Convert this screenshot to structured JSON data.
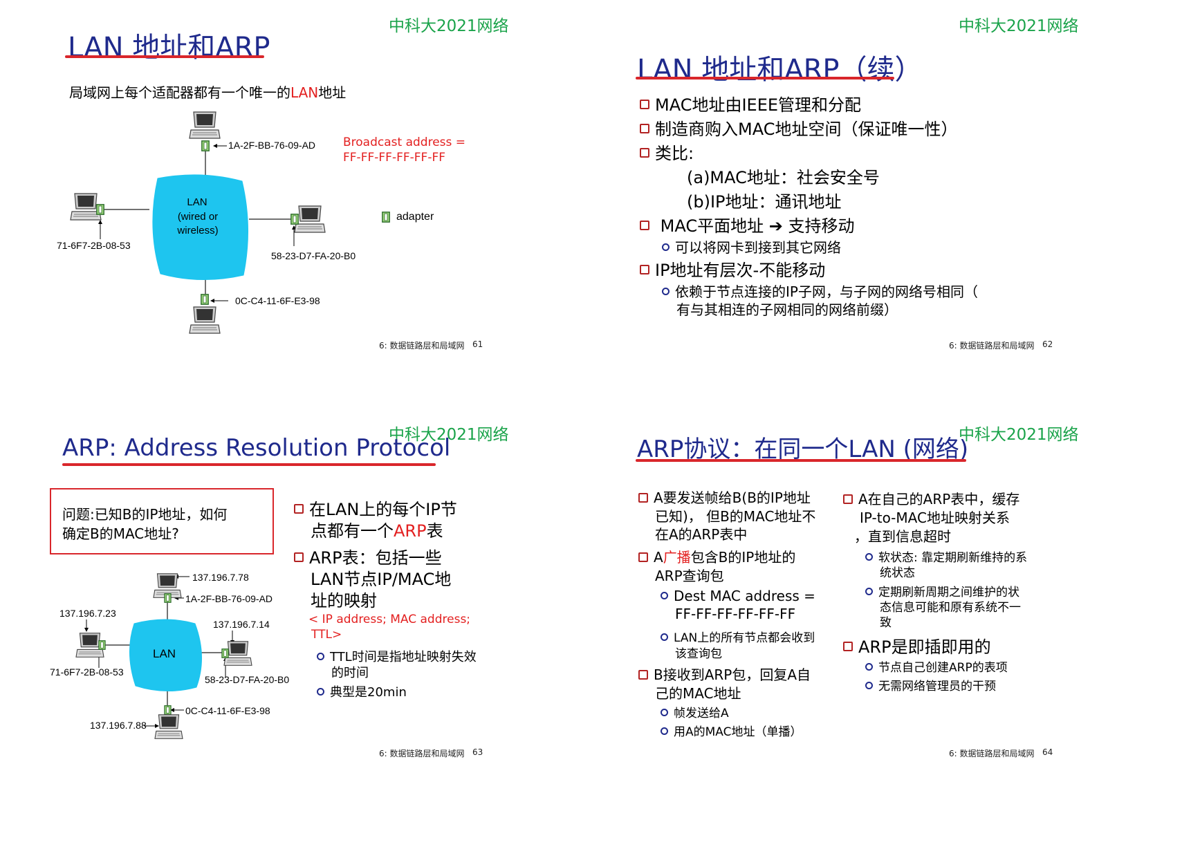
{
  "slides": [
    {
      "brand": "中科大2021网络",
      "title": "LAN 地址和ARP",
      "intro_prefix": "局域网上每个适配器都有一个唯一的",
      "intro_red": "LAN",
      "intro_suffix": "地址",
      "broadcast_line1": "Broadcast address =",
      "broadcast_line2": "FF-FF-FF-FF-FF-FF",
      "adapter_label": "adapter",
      "lan_label_1": "LAN",
      "lan_label_2": "(wired or",
      "lan_label_3": "wireless)",
      "mac_top": "1A-2F-BB-76-09-AD",
      "mac_left": "71-6F7-2B-08-53",
      "mac_right": "58-23-D7-FA-20-B0",
      "mac_bottom": "0C-C4-11-6F-E3-98",
      "footer_text": "6: 数据链路层和局域网",
      "page": "61"
    },
    {
      "brand": "中科大2021网络",
      "title": "LAN 地址和ARP（续）",
      "b1": "MAC地址由IEEE管理和分配",
      "b2": "制造商购入MAC地址空间（保证唯一性）",
      "b3": "类比:",
      "b3a": "(a)MAC地址：社会安全号",
      "b3b": "(b)IP地址：通讯地址",
      "b4": "MAC平面地址",
      "b4_arrow": "➔",
      "b4_tail": "支持移动",
      "b4s": "可以将网卡到接到其它网络",
      "b5": "IP地址有层次-不能移动",
      "b5s_1": "依赖于节点连接的IP子网，与子网的网络号相同（",
      "b5s_2": "有与其相连的子网相同的网络前缀）",
      "footer_text": "6: 数据链路层和局域网",
      "page": "62"
    },
    {
      "brand": "中科大2021网络",
      "title": "ARP: Address Resolution Protocol",
      "question_1": "问题:已知B的IP地址，如何",
      "question_2": "确定B的MAC地址?",
      "b1_1": "在LAN上的每个IP节",
      "b1_2a": "点都有一个",
      "b1_2b": "ARP",
      "b1_2c": "表",
      "b2_1": "ARP表：包括一些",
      "b2_2": "LAN节点IP/MAC地",
      "b2_3": "址的映射",
      "tuple_1": "< IP address; MAC address;",
      "tuple_2": "TTL>",
      "s1_1": "TTL时间是指地址映射失效",
      "s1_2": "的时间",
      "s2": "典型是20min",
      "lan_label": "LAN",
      "ip_top": "137.196.7.78",
      "mac_top": "1A-2F-BB-76-09-AD",
      "ip_left": "137.196.7.23",
      "mac_left": "71-6F7-2B-08-53",
      "ip_right": "137.196.7.14",
      "mac_right": "58-23-D7-FA-20-B0",
      "mac_bottom": "0C-C4-11-6F-E3-98",
      "ip_bottom": "137.196.7.88",
      "footer_text": "6: 数据链路层和局域网",
      "page": "63"
    },
    {
      "brand": "中科大2021网络",
      "title": "ARP协议：在同一个LAN (网络)",
      "l1_1": "A要发送帧给B(B的IP地址",
      "l1_2": "已知)， 但B的MAC地址不",
      "l1_3": "在A的ARP表中",
      "l2_1a": "A",
      "l2_1b": "广播",
      "l2_1c": "包含B的IP地址的",
      "l2_2": "ARP查询包",
      "l2s1_1": "Dest MAC address =",
      "l2s1_2": "FF-FF-FF-FF-FF-FF",
      "l2s2_1": "LAN上的所有节点都会收到",
      "l2s2_2": "该查询包",
      "l3_1": "B接收到ARP包，回复A自",
      "l3_2": "己的MAC地址",
      "l3s1": "帧发送给A",
      "l3s2": "用A的MAC地址（单播）",
      "r1_1": "A在自己的ARP表中，缓存",
      "r1_2": "IP-to-MAC地址映射关系",
      "r1_3": "，直到信息超时",
      "r1s1_1": "软状态: 靠定期刷新维持的系",
      "r1s1_2": "统状态",
      "r1s2_1": "定期刷新周期之间维护的状",
      "r1s2_2": "态信息可能和原有系统不一",
      "r1s2_3": "致",
      "r2": "ARP是即插即用的",
      "r2s1": "节点自己创建ARP的表项",
      "r2s2": "无需网络管理员的干预",
      "footer_text": "6: 数据链路层和局域网",
      "page": "64"
    }
  ],
  "colors": {
    "brand": "#1aa34a",
    "title": "#1f2a8c",
    "accent": "#e32020",
    "lan_fill": "#1ec5ef"
  },
  "icons": [
    "computer-icon",
    "adapter-icon",
    "lan-cloud"
  ]
}
